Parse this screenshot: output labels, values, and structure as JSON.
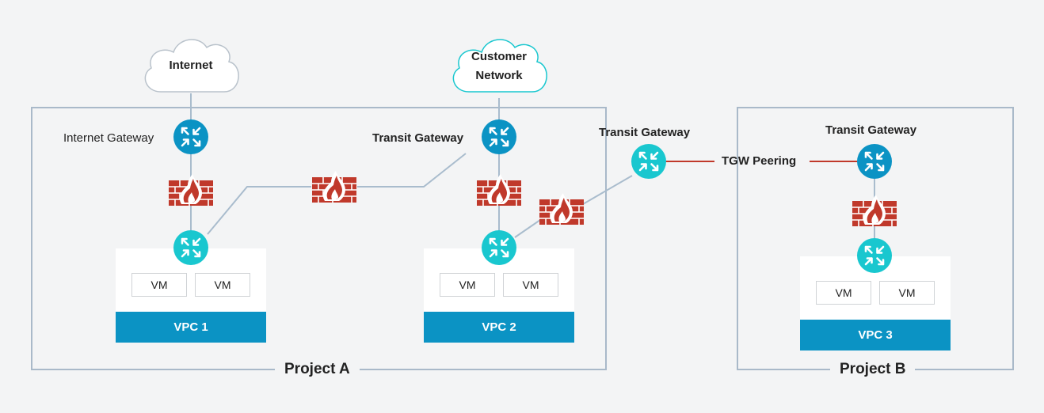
{
  "projects": [
    {
      "label": "Project A"
    },
    {
      "label": "Project B"
    }
  ],
  "clouds": {
    "internet": {
      "label": "Internet"
    },
    "customer": {
      "line1": "Customer",
      "line2": "Network"
    }
  },
  "gateways": {
    "internet_gw": "Internet Gateway",
    "transit_gw_a": "Transit Gateway",
    "transit_gw_mid": "Transit Gateway",
    "transit_gw_b": "Transit Gateway"
  },
  "peering": {
    "label": "TGW Peering"
  },
  "vpcs": [
    {
      "name": "VPC 1",
      "vms": [
        "VM",
        "VM"
      ]
    },
    {
      "name": "VPC 2",
      "vms": [
        "VM",
        "VM"
      ]
    },
    {
      "name": "VPC 3",
      "vms": [
        "VM",
        "VM"
      ]
    }
  ],
  "colors": {
    "router_dark": "#0b93c4",
    "router_light": "#19c7cf",
    "firewall": "#c0392b",
    "vpc_bar": "#0b93c4",
    "peering_line": "#c0392b",
    "link_line": "#a9bccd"
  },
  "icons": {
    "router": "router-icon",
    "firewall": "firewall-icon",
    "cloud": "cloud-icon"
  }
}
